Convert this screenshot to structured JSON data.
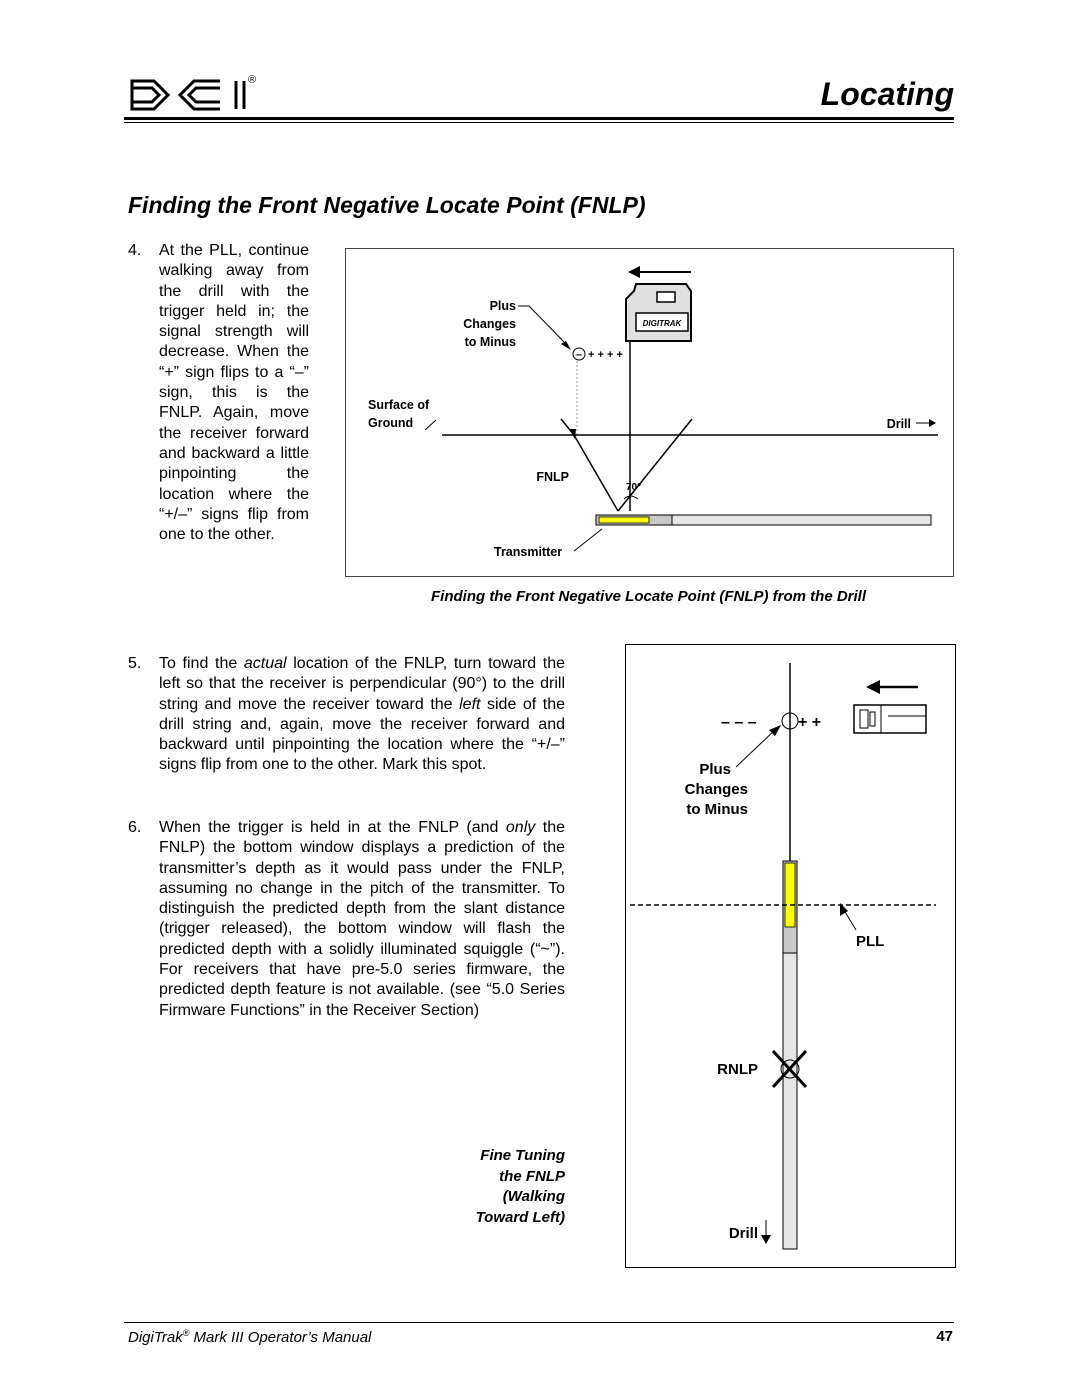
{
  "header": {
    "logo_text": "DCI",
    "registered_mark": "®",
    "section_title": "Locating"
  },
  "page_title": "Finding the Front Negative Locate Point (FNLP)",
  "steps": [
    {
      "number": "4.",
      "text": "At the PLL, continue walking away from the drill with the trigger held in; the signal strength will decrease. When the “+” sign flips to a “–” sign, this is the FNLP. Again, move the receiver forward and backward a little pinpointing the location where the “+/–” signs flip from one to the other."
    },
    {
      "number": "5.",
      "text_before": "To find the ",
      "text_em1": "actual",
      "text_mid": " location of the FNLP, turn toward the left so that the receiver is perpendicular (90°) to the drill string and move the receiver toward the ",
      "text_em2": "left",
      "text_after": " side of the drill string and, again, move the receiver forward and backward until pinpointing the location where the “+/–” signs flip from one to the other. Mark this spot."
    },
    {
      "number": "6.",
      "text_before": "When the trigger is held in at the FNLP (and ",
      "text_em": "only",
      "text_after": " the FNLP) the bottom window displays a prediction of the transmitter’s depth as it would pass under the FNLP, assuming no change in the pitch of the transmitter. To distinguish the predicted depth from the slant distance (trigger released), the bottom window will flash the predicted depth with a solidly illuminated squiggle (“~”). For receivers that have pre-5.0 series firmware, the predicted depth feature is not available. (see “5.0 Series Firmware Functions” in the Receiver Section)"
    }
  ],
  "figure1": {
    "caption": "Finding the Front Negative Locate Point (FNLP) from the Drill",
    "labels": {
      "plus": "Plus",
      "changes": "Changes",
      "to_minus": "to Minus",
      "signs": "+ + + +",
      "minus": "–",
      "surface_of": "Surface of",
      "ground": "Ground",
      "drill": "Drill",
      "fnlp": "FNLP",
      "angle": "70°",
      "transmitter": "Transmitter",
      "receiver_brand": "DIGITRAK"
    }
  },
  "figure2": {
    "labels": {
      "minus_signs": "– – –",
      "plus_signs": "+ +",
      "plus": "Plus",
      "changes": "Changes",
      "to_minus": "to Minus",
      "pll": "PLL",
      "rnlp": "RNLP",
      "drill": "Drill"
    },
    "fine_tuning": [
      "Fine Tuning",
      "the FNLP",
      "(Walking",
      "Toward Left)"
    ]
  },
  "footer": {
    "title_prefix": "DigiTrak",
    "title_sup": "®",
    "title_suffix": " Mark III Operator’s Manual",
    "page_number": "47"
  },
  "colors": {
    "transmitter_yellow": "#ffff00",
    "transmitter_gray": "#c8c8c8",
    "drill_string": "#e6e6e6"
  }
}
